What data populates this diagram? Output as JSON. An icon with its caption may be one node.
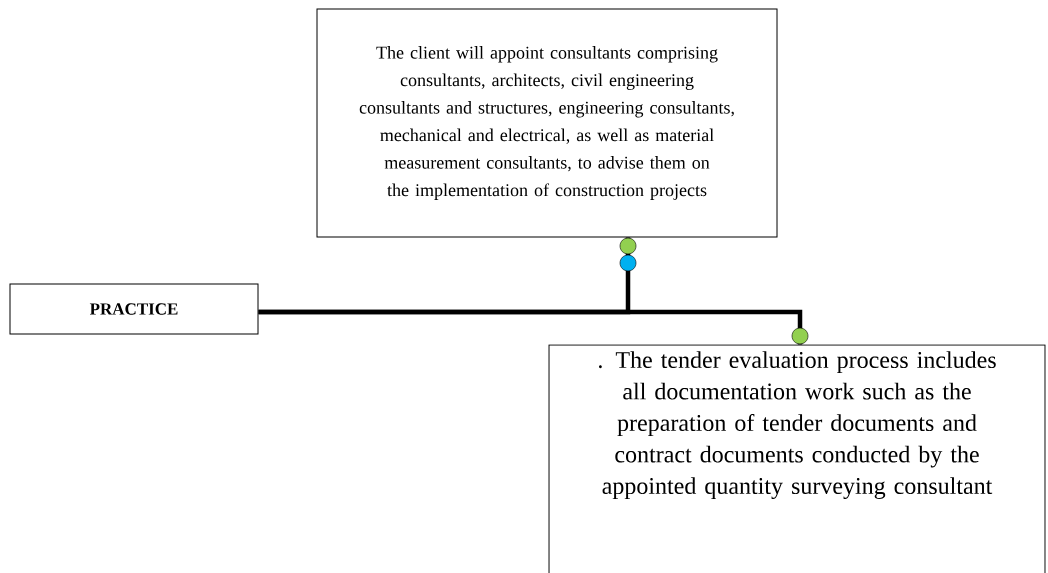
{
  "diagram": {
    "nodes": [
      {
        "text": [
          "The client will appoint consultants comprising consultants, architects, civil engineering consultants and structures, engineering consultants, mechanical and electrical, as well as material measurement consultants, to advise them on the implementation of construction projects"
        ]
      },
      {
        "text": [
          "PRACTICE"
        ]
      },
      {
        "text": [
          ". The tender evaluation process includes all documentation work such as the preparation of tender documents and contract documents conducted by the appointed quantity surveying consultant"
        ]
      }
    ],
    "edges": [
      {
        "from": 1,
        "to": 0,
        "arrow": "other"
      },
      {
        "from": 1,
        "to": 2,
        "arrow": "other"
      }
    ]
  }
}
